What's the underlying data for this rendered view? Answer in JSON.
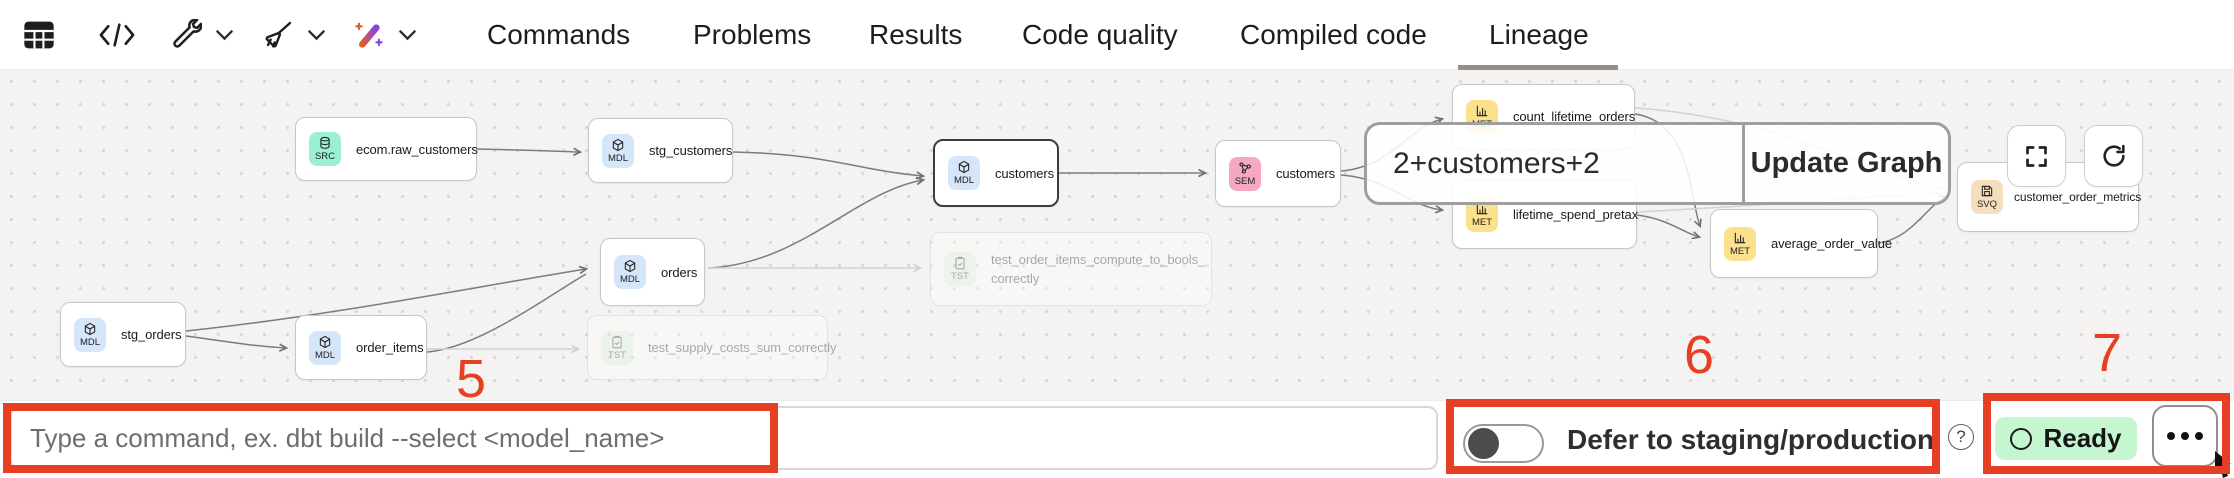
{
  "header": {
    "tabs": [
      {
        "label": "Commands"
      },
      {
        "label": "Problems"
      },
      {
        "label": "Results"
      },
      {
        "label": "Code quality"
      },
      {
        "label": "Compiled code"
      },
      {
        "label": "Lineage"
      }
    ],
    "active_tab": "Lineage",
    "active_underline_color": "#978D85",
    "toolbar_icons": [
      "table-icon",
      "code-icon",
      "wrench-icon",
      "broom-icon",
      "magic-wand-icon"
    ]
  },
  "canvas": {
    "nodes": [
      {
        "type": "SRC",
        "label": "ecom.raw_customers"
      },
      {
        "type": "MDL",
        "label": "stg_customers"
      },
      {
        "type": "MDL",
        "label": "customers",
        "selected": true
      },
      {
        "type": "SEM",
        "label": "customers"
      },
      {
        "type": "MDL",
        "label": "stg_orders"
      },
      {
        "type": "MDL",
        "label": "order_items"
      },
      {
        "type": "MDL",
        "label": "orders"
      },
      {
        "type": "TST",
        "label": "test_order_items_compute_to_bools_correctly",
        "disabled": true
      },
      {
        "type": "TST",
        "label": "test_supply_costs_sum_correctly",
        "disabled": true
      },
      {
        "type": "MET",
        "label": "count_lifetime_orders"
      },
      {
        "type": "MET",
        "label": "lifetime_spend_pretax"
      },
      {
        "type": "MET",
        "label": "average_order_value"
      },
      {
        "type": "SVQ",
        "label": "customer_order_metrics"
      }
    ],
    "badge_colors": {
      "SRC": "#9BF0D4",
      "MDL": "#D6E6FA",
      "SEM": "#F5A9C0",
      "MET": "#FBE18D",
      "SVQ": "#F4DFBC",
      "TST": "#DFF2E5"
    },
    "selector": {
      "value": "2+customers+2",
      "update_button": "Update Graph"
    }
  },
  "bottom_bar": {
    "command_placeholder": "Type a command, ex. dbt build --select <model_name>",
    "defer_label": "Defer to staging/production",
    "help_glyph": "?",
    "status_label": "Ready",
    "status_color": "#C6F6CF",
    "more_menu_icon": "ellipsis-icon"
  },
  "annotations": {
    "color": "#E63F26",
    "numbers": [
      "5",
      "6",
      "7"
    ]
  }
}
